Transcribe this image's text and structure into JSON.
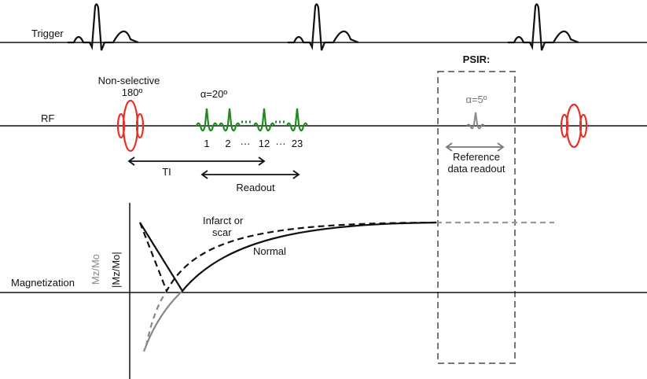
{
  "labels": {
    "trigger": "Trigger",
    "rf": "RF",
    "magnetization": "Magnetization",
    "non_selective_line1": "Non-selective",
    "non_selective_line2": "180º",
    "alpha_readout": "α=20º",
    "pulse_numbers": [
      "1",
      "2",
      "···",
      "12",
      "···",
      "23"
    ],
    "ti": "TI",
    "readout": "Readout",
    "psir": "PSIR:",
    "alpha_reference": "α=5º",
    "reference_line1": "Reference",
    "reference_line2": "data readout",
    "infarct_line1": "Infarct or",
    "infarct_line2": "scar",
    "normal": "Normal",
    "mz_mo": "Mz/Mo",
    "abs_mz_mo": "|Mz/Mo|"
  },
  "colors": {
    "inversion_pulse": "#e8302a",
    "readout_pulse": "#1f8a1f",
    "reference_pulse": "#888888",
    "psir_box": "#777777"
  }
}
